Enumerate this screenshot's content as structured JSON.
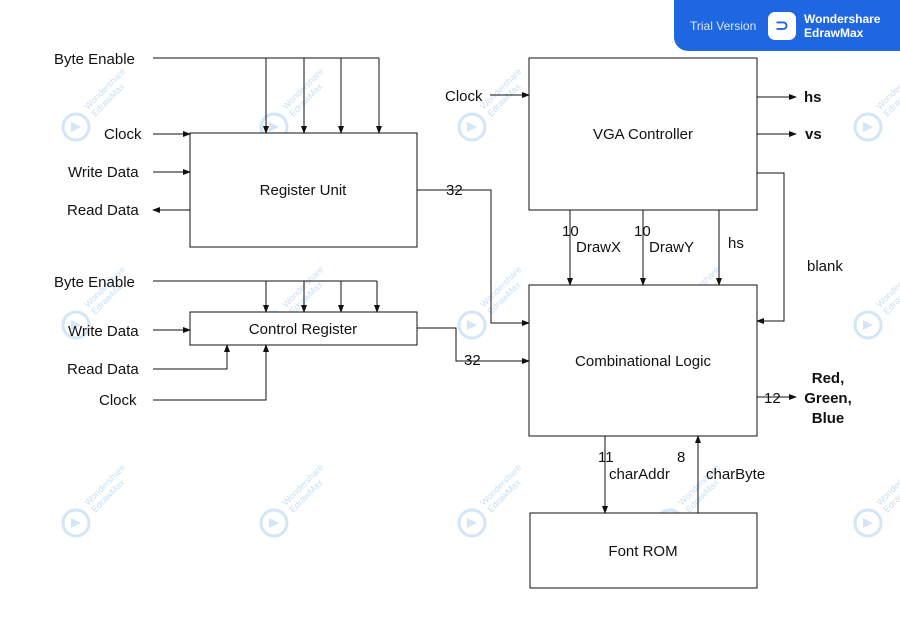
{
  "badge": {
    "trial": "Trial Version",
    "brand_line1": "Wondershare",
    "brand_line2": "EdrawMax"
  },
  "watermark": {
    "line1": "Wondershare",
    "line2": "EdrawMax"
  },
  "blocks": {
    "register_unit": "Register Unit",
    "control_register": "Control Register",
    "vga_controller": "VGA Controller",
    "combinational_logic": "Combinational Logic",
    "font_rom": "Font ROM"
  },
  "signals": {
    "byte_enable_1": "Byte Enable",
    "clock_1": "Clock",
    "write_data_1": "Write Data",
    "read_data_1": "Read Data",
    "byte_enable_2": "Byte Enable",
    "write_data_2": "Write Data",
    "read_data_2": "Read Data",
    "clock_2": "Clock",
    "clock_vga": "Clock",
    "hs_out": "hs",
    "vs_out": "vs",
    "bus_32_a": "32",
    "bus_32_b": "32",
    "drawx_width": "10",
    "drawx": "DrawX",
    "drawy_width": "10",
    "drawy": "DrawY",
    "hs_internal": "hs",
    "blank": "blank",
    "rgb_width": "12",
    "rgb_line1": "Red,",
    "rgb_line2": "Green,",
    "rgb_line3": "Blue",
    "charaddr_width": "11",
    "charaddr": "charAddr",
    "charbyte_width": "8",
    "charbyte": "charByte"
  }
}
